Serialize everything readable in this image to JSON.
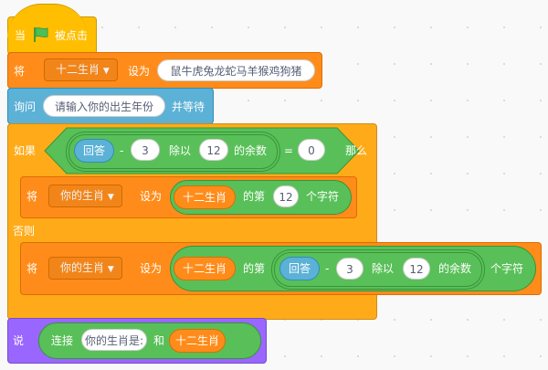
{
  "colors": {
    "events": "#FFBF00",
    "variables": "#FF8C1A",
    "sensing": "#5CB1D6",
    "control": "#FFAB19",
    "operators": "#59C059",
    "looks": "#9966FF"
  },
  "hat": {
    "prefix": "当",
    "icon": "green-flag-icon",
    "suffix": "被点击"
  },
  "set1": {
    "label": "将",
    "variable": "十二生肖",
    "to": "设为",
    "value": "鼠牛虎兔龙蛇马羊猴鸡狗猪"
  },
  "ask": {
    "label": "询问",
    "question": "请输入你的出生年份",
    "suffix": "并等待"
  },
  "if": {
    "label": "如果",
    "then": "那么",
    "else": "否则",
    "condition": {
      "answer": "回答",
      "minus": "-",
      "sub": "3",
      "mod": "除以",
      "divisor": "12",
      "mod_suffix": "的余数",
      "eq": "=",
      "rhs": "0"
    }
  },
  "set2": {
    "label": "将",
    "variable": "你的生肖",
    "to": "设为",
    "list": "十二生肖",
    "of": "的第",
    "index": "12",
    "suffix": "个字符"
  },
  "set3": {
    "label": "将",
    "variable": "你的生肖",
    "to": "设为",
    "list": "十二生肖",
    "of": "的第",
    "answer": "回答",
    "minus": "-",
    "sub": "3",
    "mod": "除以",
    "divisor": "12",
    "mod_suffix": "的余数",
    "suffix": "个字符"
  },
  "say": {
    "label": "说",
    "join": "连接",
    "text": "你的生肖是:",
    "and": "和",
    "var": "十二生肖"
  }
}
